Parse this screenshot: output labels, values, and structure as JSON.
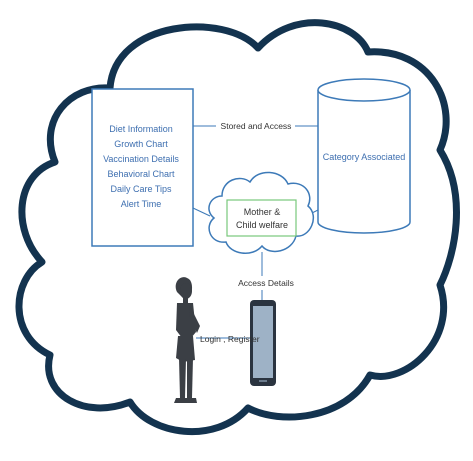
{
  "diagram": {
    "info_box": {
      "items": [
        "Diet Information",
        "Growth Chart",
        "Vaccination Details",
        "Behavioral Chart",
        "Daily Care Tips",
        "Alert Time"
      ]
    },
    "edge_stored": "Stored and Access",
    "database_label": "Category Associated",
    "center_node": {
      "line1": "Mother &",
      "line2": "Child welfare"
    },
    "edge_access": "Access Details",
    "edge_login": "Login , Register"
  },
  "colors": {
    "cloud_stroke": "#13334f",
    "diagram_blue": "#3d7ab8",
    "text_blue": "#3e6fb0",
    "text_dark": "#333333",
    "mother_box_border": "#79c77b",
    "phone": "#2b3440",
    "person": "#3b3f45"
  }
}
